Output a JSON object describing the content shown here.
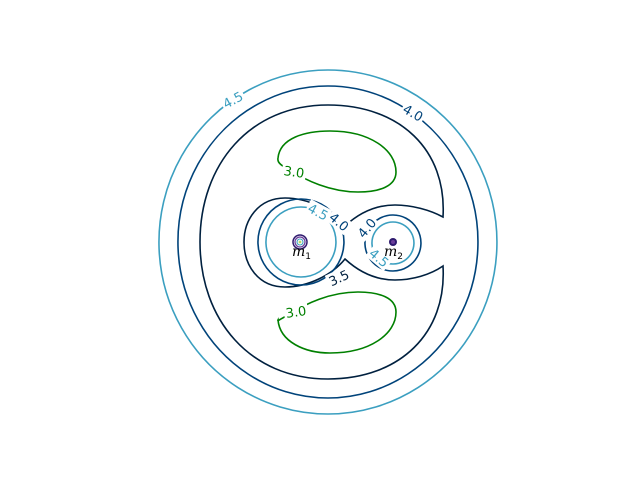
{
  "chart_data": {
    "type": "contour",
    "title": "",
    "xlabel": "",
    "ylabel": "",
    "grid": false,
    "axes_visible": false,
    "levels": [
      {
        "value": 3.0,
        "label": "3.0",
        "color": "#008000"
      },
      {
        "value": 3.5,
        "label": "3.5",
        "color": "#00203f"
      },
      {
        "value": 4.0,
        "label": "4.0",
        "color": "#00437a"
      },
      {
        "value": 4.5,
        "label": "4.5",
        "color": "#3b9fc0"
      }
    ],
    "label_placements": [
      {
        "level": 4.5,
        "text": "4.5"
      },
      {
        "level": 4.0,
        "text": "4.0"
      },
      {
        "level": 3.0,
        "text": "3.0"
      },
      {
        "level": 3.0,
        "text": "3.0"
      },
      {
        "level": 4.5,
        "text": "4.5"
      },
      {
        "level": 4.0,
        "text": "4.0"
      },
      {
        "level": 4.0,
        "text": "4.0"
      },
      {
        "level": 3.5,
        "text": "3.5"
      },
      {
        "level": 4.5,
        "text": "4.5"
      }
    ],
    "masses": [
      {
        "name": "m1",
        "symbol": "m",
        "subscript": "1"
      },
      {
        "name": "m2",
        "symbol": "m",
        "subscript": "2"
      }
    ]
  }
}
